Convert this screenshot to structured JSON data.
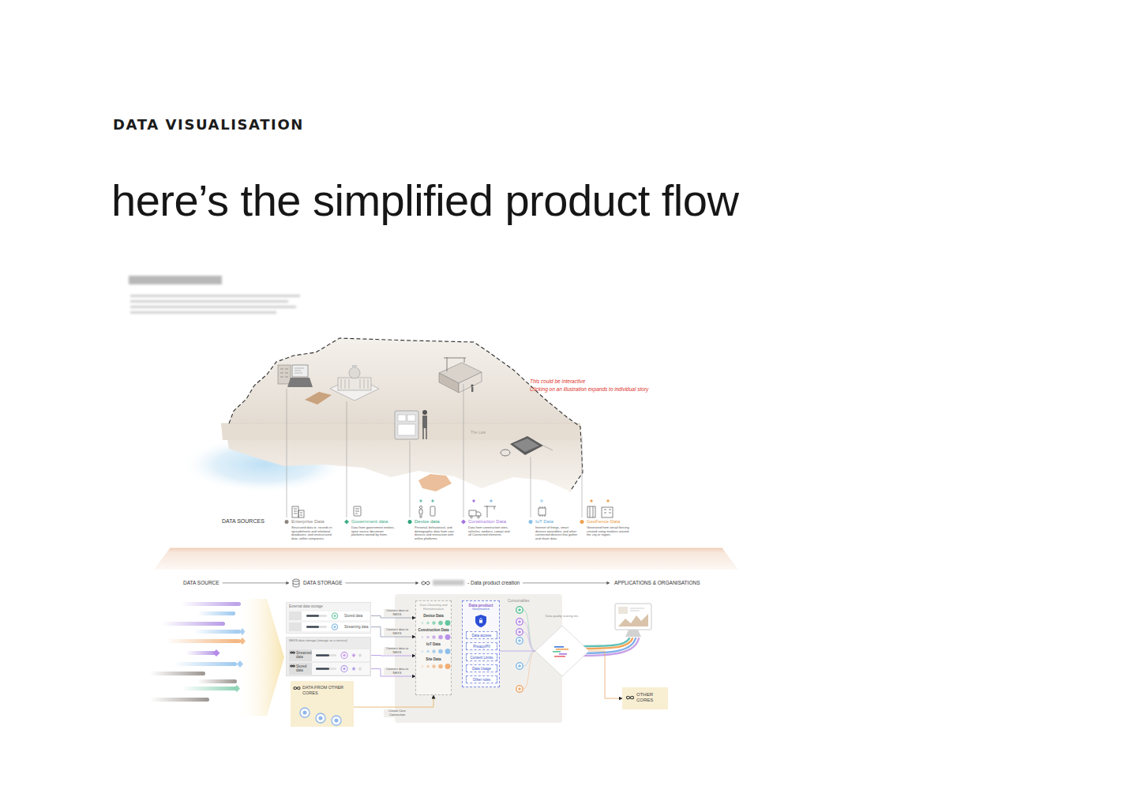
{
  "diagram": {
    "title": "here’s the simplified product flow",
    "nodes": [
      {
        "text": [
          "External data storage"
        ]
      },
      {
        "text": [
          "Stored data"
        ],
        "in": 0
      },
      {
        "text": [
          "Streaming data"
        ],
        "in": 0
      },
      {
        "text": [
          "NEXS data storage (storage as a service)"
        ]
      },
      {
        "text": [
          "Streamed data"
        ],
        "in": 3
      },
      {
        "text": [
          "Stored data"
        ],
        "in": 3
      },
      {
        "text": [
          "DATA FROM OTHER CORES"
        ]
      },
      {
        "text": [
          "Data Cleansing and Harmonisation",
          "Device Data",
          "Construction Data",
          "IoT Data",
          "Site Data"
        ]
      },
      {
        "text": [
          "Data product",
          "Governance"
        ]
      },
      {
        "text": [
          "Data access"
        ],
        "in": 8
      },
      {
        "text": [
          "Privacy/PII"
        ],
        "in": 8
      },
      {
        "text": [
          "Content Limits"
        ],
        "in": 8
      },
      {
        "text": [
          "Data Usage"
        ],
        "in": 8
      },
      {
        "text": [
          "Other rules"
        ],
        "in": 8
      },
      {
        "text": [
          "Data quality scoring etc."
        ]
      },
      {
        "text": [
          "OTHER CORES"
        ]
      }
    ],
    "edges": [
      {
        "from": 1,
        "to": 7,
        "label": "Connect data to NEXS",
        "arrow": "to"
      },
      {
        "from": 2,
        "to": 7,
        "label": "Connect data to NEXS",
        "arrow": "to"
      },
      {
        "from": 4,
        "to": 7,
        "label": "Connect data to NEXS",
        "arrow": "to"
      },
      {
        "from": 5,
        "to": 7,
        "label": "Connect data to NEXS",
        "arrow": "to"
      },
      {
        "from": 6,
        "to": 7,
        "label": "Create Core Connection",
        "arrow": "to"
      },
      {
        "from": 8,
        "to": 14,
        "arrow": "none"
      },
      {
        "from": 14,
        "to": 15,
        "arrow": "to"
      }
    ],
    "labels": [
      "DATA VISUALISATION",
      "This could be interactive",
      "Clicking on an illustration expands to individual story",
      "The Law",
      "DATA SOURCES",
      "Enterprise Data",
      "Structured data ie. records in spreadsheets and relational databases, and unstructured data, within companies.",
      "Government data",
      "Data from government entities, open source document platforms owned by them.",
      "Device data",
      "Personal, behavioural, and demographic data from user devices and interaction with online platforms.",
      "Construction Data",
      "Data from construction sites, vehicles, workers, camps and all Connected elements",
      "IoT Data",
      "Internet of things, smart devices wearables, and other connected devices that gather and share data.",
      "GeoFence Data",
      "Generated from virtual fencing created using markers around the city or region.",
      "DATA SOURCE",
      "DATA STORAGE",
      "- Data product creation",
      "APPLICATIONS & ORGANISATIONS",
      "Consumables"
    ]
  }
}
